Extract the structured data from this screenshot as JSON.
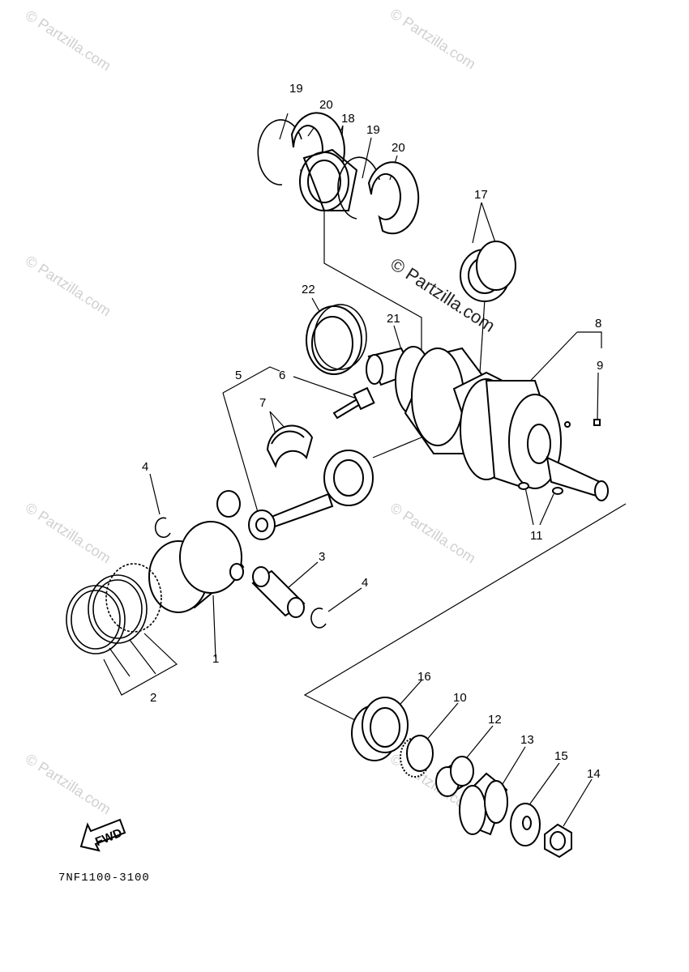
{
  "diagram": {
    "code": "7NF1100-3100",
    "fwd_label": "FWD",
    "watermark_text": "© Partzilla.com",
    "labels": [
      {
        "id": "19a",
        "text": "19"
      },
      {
        "id": "20a",
        "text": "20"
      },
      {
        "id": "18",
        "text": "18"
      },
      {
        "id": "19b",
        "text": "19"
      },
      {
        "id": "20b",
        "text": "20"
      },
      {
        "id": "17",
        "text": "17"
      },
      {
        "id": "22",
        "text": "22"
      },
      {
        "id": "21",
        "text": "21"
      },
      {
        "id": "8",
        "text": "8"
      },
      {
        "id": "9",
        "text": "9"
      },
      {
        "id": "5",
        "text": "5"
      },
      {
        "id": "6",
        "text": "6"
      },
      {
        "id": "7",
        "text": "7"
      },
      {
        "id": "4a",
        "text": "4"
      },
      {
        "id": "3",
        "text": "3"
      },
      {
        "id": "4b",
        "text": "4"
      },
      {
        "id": "11",
        "text": "11"
      },
      {
        "id": "1",
        "text": "1"
      },
      {
        "id": "2",
        "text": "2"
      },
      {
        "id": "16",
        "text": "16"
      },
      {
        "id": "10",
        "text": "10"
      },
      {
        "id": "12",
        "text": "12"
      },
      {
        "id": "13",
        "text": "13"
      },
      {
        "id": "15",
        "text": "15"
      },
      {
        "id": "14",
        "text": "14"
      }
    ]
  }
}
